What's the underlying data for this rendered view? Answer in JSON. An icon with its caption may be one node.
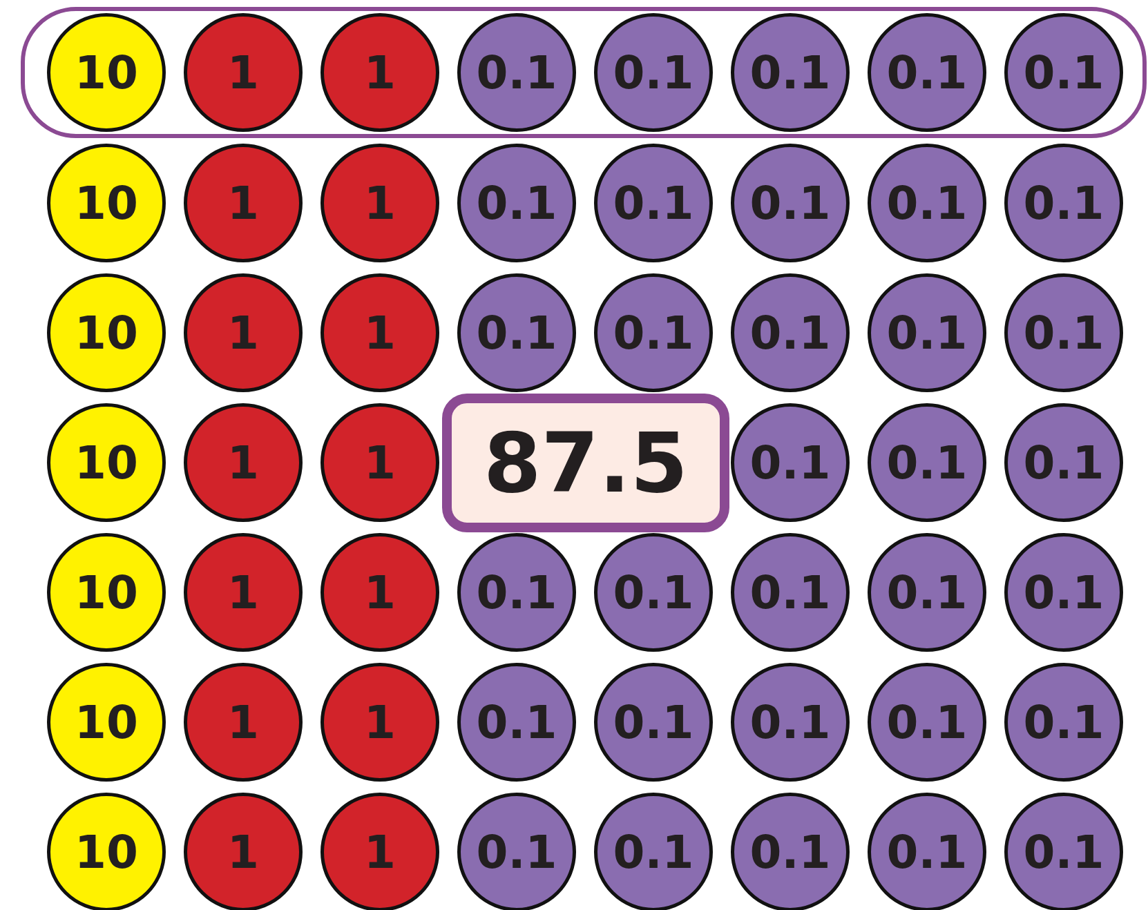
{
  "diagram": {
    "nodes": [
      {
        "text": [],
        "shape": "box"
      },
      {
        "text": [
          "10"
        ],
        "in": 0
      },
      {
        "text": [
          "1"
        ],
        "in": 0
      },
      {
        "text": [
          "1"
        ],
        "in": 0
      },
      {
        "text": [
          "0.1"
        ],
        "in": 0
      },
      {
        "text": [
          "0.1"
        ],
        "in": 0
      },
      {
        "text": [
          "0.1"
        ],
        "in": 0
      },
      {
        "text": [
          "0.1"
        ],
        "in": 0
      },
      {
        "text": [
          "0.1"
        ],
        "in": 0
      },
      {
        "text": [
          "10"
        ]
      },
      {
        "text": [
          "1"
        ]
      },
      {
        "text": [
          "1"
        ]
      },
      {
        "text": [
          "0.1"
        ]
      },
      {
        "text": [
          "0.1"
        ]
      },
      {
        "text": [
          "0.1"
        ]
      },
      {
        "text": [
          "0.1"
        ]
      },
      {
        "text": [
          "0.1"
        ]
      },
      {
        "text": [
          "10"
        ]
      },
      {
        "text": [
          "1"
        ]
      },
      {
        "text": [
          "1"
        ]
      },
      {
        "text": [
          "0.1"
        ]
      },
      {
        "text": [
          "0.1"
        ]
      },
      {
        "text": [
          "0.1"
        ]
      },
      {
        "text": [
          "0.1"
        ]
      },
      {
        "text": [
          "0.1"
        ]
      },
      {
        "text": [
          "10"
        ]
      },
      {
        "text": [
          "1"
        ]
      },
      {
        "text": [
          "1"
        ]
      },
      {
        "text": [
          "0.1"
        ]
      },
      {
        "text": [
          "0.1"
        ]
      },
      {
        "text": [
          "0.1"
        ]
      },
      {
        "text": [
          "10"
        ]
      },
      {
        "text": [
          "1"
        ]
      },
      {
        "text": [
          "1"
        ]
      },
      {
        "text": [
          "0.1"
        ]
      },
      {
        "text": [
          "0.1"
        ]
      },
      {
        "text": [
          "0.1"
        ]
      },
      {
        "text": [
          "0.1"
        ]
      },
      {
        "text": [
          "0.1"
        ]
      },
      {
        "text": [
          "10"
        ]
      },
      {
        "text": [
          "1"
        ]
      },
      {
        "text": [
          "1"
        ]
      },
      {
        "text": [
          "0.1"
        ]
      },
      {
        "text": [
          "0.1"
        ]
      },
      {
        "text": [
          "0.1"
        ]
      },
      {
        "text": [
          "0.1"
        ]
      },
      {
        "text": [
          "0.1"
        ]
      },
      {
        "text": [
          "10"
        ]
      },
      {
        "text": [
          "1"
        ]
      },
      {
        "text": [
          "1"
        ]
      },
      {
        "text": [
          "0.1"
        ]
      },
      {
        "text": [
          "0.1"
        ]
      },
      {
        "text": [
          "0.1"
        ]
      },
      {
        "text": [
          "0.1"
        ]
      },
      {
        "text": [
          "0.1"
        ]
      },
      {
        "text": [
          "87.5"
        ]
      }
    ]
  }
}
